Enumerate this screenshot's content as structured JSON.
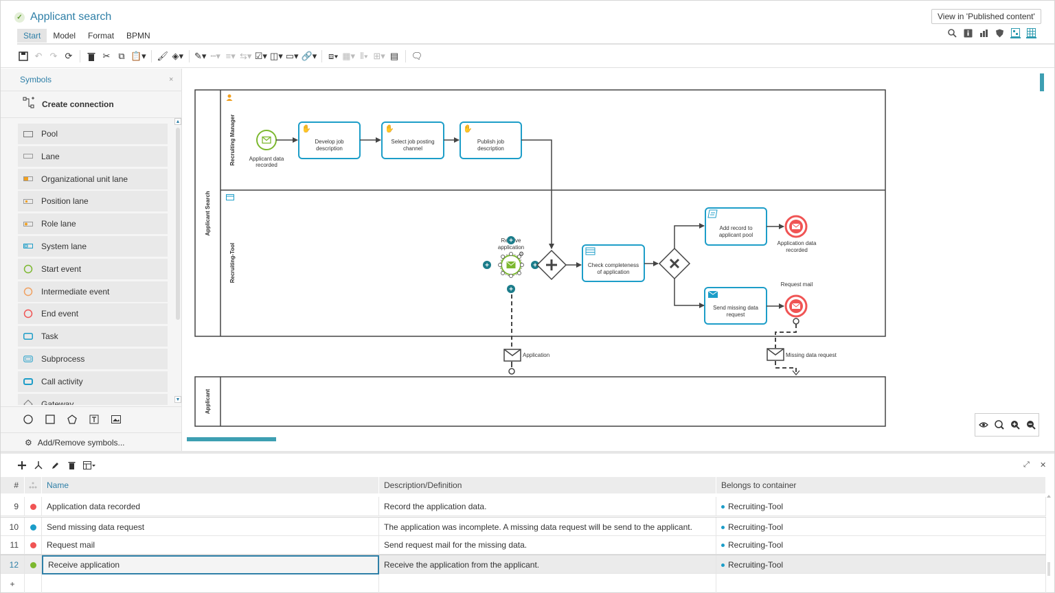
{
  "header": {
    "title": "Applicant search",
    "publish_button": "View in 'Published content'",
    "tabs": [
      {
        "label": "Start",
        "active": true
      },
      {
        "label": "Model",
        "active": false
      },
      {
        "label": "Format",
        "active": false
      },
      {
        "label": "BPMN",
        "active": false
      }
    ],
    "view_icons": [
      "search-icon",
      "info-icon",
      "bar-chart-icon",
      "shield-icon",
      "diagram-view-icon",
      "table-view-icon"
    ]
  },
  "toolbar": {
    "buttons": [
      "save-icon",
      "undo-icon",
      "redo-icon",
      "refresh-icon",
      "delete-icon",
      "cut-icon",
      "copy-icon",
      "paste-icon",
      "format-painter-icon",
      "fill-color-icon",
      "line-color-icon",
      "line-style-icon",
      "line-weight-icon",
      "arrow-style-icon",
      "edit-attributes-icon",
      "insert-shape-icon",
      "insert-callout-icon",
      "link-icon",
      "group-icon",
      "align-icon",
      "distribute-icon",
      "arrange-icon",
      "page-icon",
      "add-comment-icon"
    ]
  },
  "symbols": {
    "title": "Symbols",
    "close": "×",
    "create_connection": "Create connection",
    "items": [
      {
        "label": "Pool",
        "icon": "pool-icon"
      },
      {
        "label": "Lane",
        "icon": "lane-icon"
      },
      {
        "label": "Organizational unit lane",
        "icon": "org-unit-lane-icon"
      },
      {
        "label": "Position lane",
        "icon": "position-lane-icon"
      },
      {
        "label": "Role lane",
        "icon": "role-lane-icon"
      },
      {
        "label": "System lane",
        "icon": "system-lane-icon"
      },
      {
        "label": "Start event",
        "icon": "start-event-icon"
      },
      {
        "label": "Intermediate event",
        "icon": "intermediate-event-icon"
      },
      {
        "label": "End event",
        "icon": "end-event-icon"
      },
      {
        "label": "Task",
        "icon": "task-icon"
      },
      {
        "label": "Subprocess",
        "icon": "subprocess-icon"
      },
      {
        "label": "Call activity",
        "icon": "call-activity-icon"
      },
      {
        "label": "Gateway",
        "icon": "gateway-icon"
      }
    ],
    "shapes": [
      "circle-shape-icon",
      "square-shape-icon",
      "pentagon-shape-icon",
      "text-shape-icon",
      "image-shape-icon"
    ],
    "add_remove": "Add/Remove symbols..."
  },
  "diagram": {
    "pool_label": "Applicant Search",
    "lane1_label": "Recruiting Manager",
    "lane2_label": "Recruiting-Tool",
    "pool2_label": "Applicant",
    "start_event_label": [
      "Applicant data",
      "recorded"
    ],
    "task1": [
      "Develop job",
      "description"
    ],
    "task2": [
      "Select job posting",
      "channel"
    ],
    "task3": [
      "Publish job",
      "description"
    ],
    "receive_label": [
      "Receive",
      "application"
    ],
    "task4": [
      "Check completeness",
      "of application"
    ],
    "task5": [
      "Add record to",
      "applicant pool"
    ],
    "task6": [
      "Send missing data",
      "request"
    ],
    "end1_label": [
      "Application data",
      "recorded"
    ],
    "end2_label": "Request mail",
    "msg1_label": "Application",
    "msg2_label": "Missing data request"
  },
  "zoom_tools": [
    "eye-icon",
    "zoom-100-icon",
    "zoom-in-icon",
    "zoom-out-icon"
  ],
  "table": {
    "tools": [
      "add-icon",
      "hierarchy-icon",
      "edit-icon",
      "delete-icon",
      "columns-icon"
    ],
    "headers": {
      "num": "#",
      "name": "Name",
      "desc": "Description/Definition",
      "container": "Belongs to container"
    },
    "rows": [
      {
        "num": "9",
        "color": "#f05454",
        "name": "Application data recorded",
        "desc": "Record the application data.",
        "container": "Recruiting-Tool"
      },
      {
        "num": "10",
        "color": "#1c9dc8",
        "name": "Send missing data request",
        "desc": "The application was incomplete. A missing data request will be send to the applicant.",
        "container": "Recruiting-Tool"
      },
      {
        "num": "11",
        "color": "#f05454",
        "name": "Request mail",
        "desc": "Send request mail for the missing data.",
        "container": "Recruiting-Tool"
      },
      {
        "num": "12",
        "color": "#7cb82f",
        "name": "Receive application",
        "desc": "Receive the application from the applicant.",
        "container": "Recruiting-Tool"
      }
    ],
    "new_row": "+"
  },
  "colors": {
    "accent": "#2e7fa7",
    "task_border": "#1c9dc8",
    "start": "#7cb82f",
    "end": "#f05454"
  }
}
